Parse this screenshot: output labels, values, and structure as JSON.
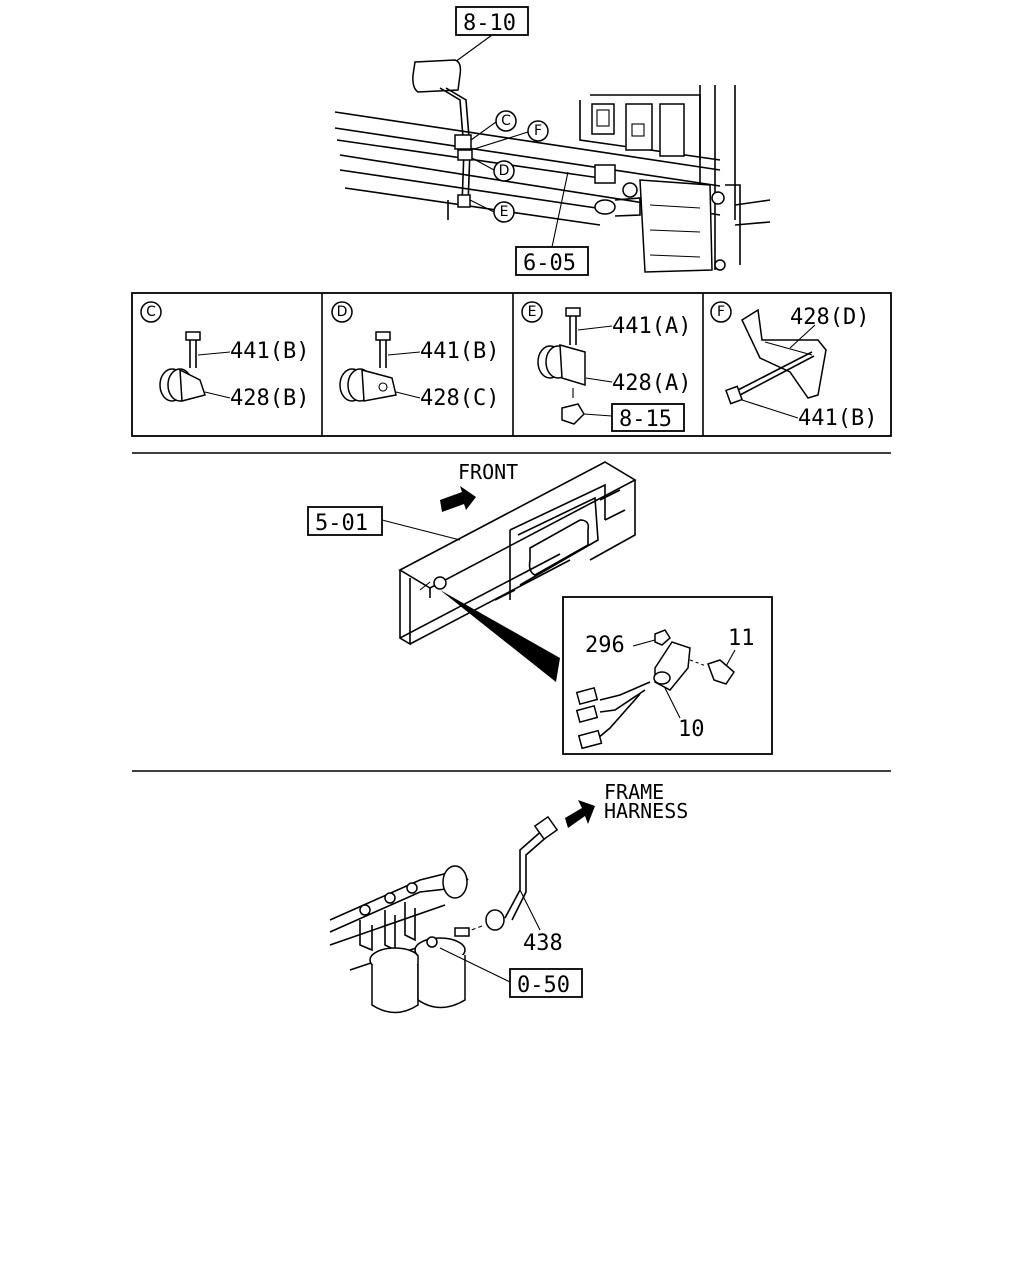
{
  "top_section": {
    "ref_8_10": "8-10",
    "ref_6_05": "6-05",
    "callouts": [
      "C",
      "F",
      "D",
      "E"
    ]
  },
  "detail_panels": [
    {
      "letter": "C",
      "bolt": "441(B)",
      "clip": "428(B)"
    },
    {
      "letter": "D",
      "bolt": "441(B)",
      "clip": "428(C)"
    },
    {
      "letter": "E",
      "bolt": "441(A)",
      "clip": "428(A)",
      "ref": "8-15"
    },
    {
      "letter": "F",
      "bracket": "428(D)",
      "bolt": "441(B)"
    }
  ],
  "middle_section": {
    "front_label": "FRONT",
    "ref_5_01": "5-01",
    "inset_parts": {
      "nut": "296",
      "bolt": "11",
      "sensor": "10"
    }
  },
  "bottom_section": {
    "arrow_label_line1": "FRAME",
    "arrow_label_line2": "HARNESS",
    "harness_part": "438",
    "ref_0_50": "0-50"
  }
}
